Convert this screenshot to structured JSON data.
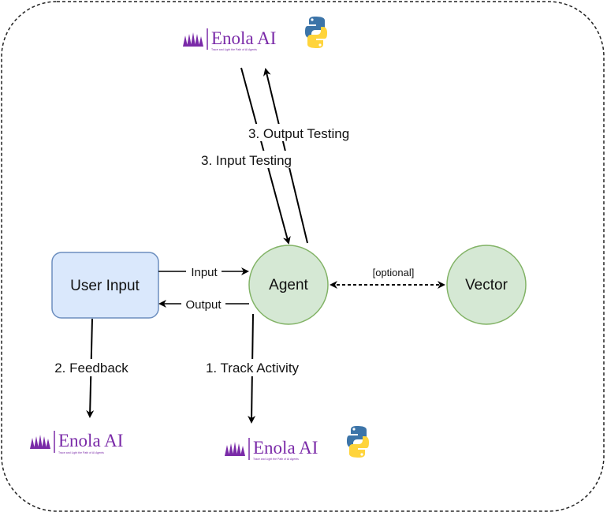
{
  "colors": {
    "box_fill": "#dae8fc",
    "box_stroke": "#6c8ebf",
    "circle_fill": "#d5e8d4",
    "circle_stroke": "#82b366",
    "brand_purple": "#7a2aa8",
    "python_blue": "#3c74a8",
    "python_yellow": "#ffd43b"
  },
  "nodes": {
    "user_input": "User Input",
    "agent": "Agent",
    "vector": "Vector"
  },
  "edges": {
    "input": "Input",
    "output": "Output",
    "optional": "[optional]",
    "output_testing": "3. Output Testing",
    "input_testing": "3. Input Testing",
    "feedback": "2. Feedback",
    "track_activity": "1. Track Activity"
  },
  "logos": {
    "brand_name": "Enola AI",
    "tagline": "Trace and Light the Path of AI Agents",
    "icons": [
      "enola-ai-logo-icon",
      "python-logo-icon"
    ]
  }
}
